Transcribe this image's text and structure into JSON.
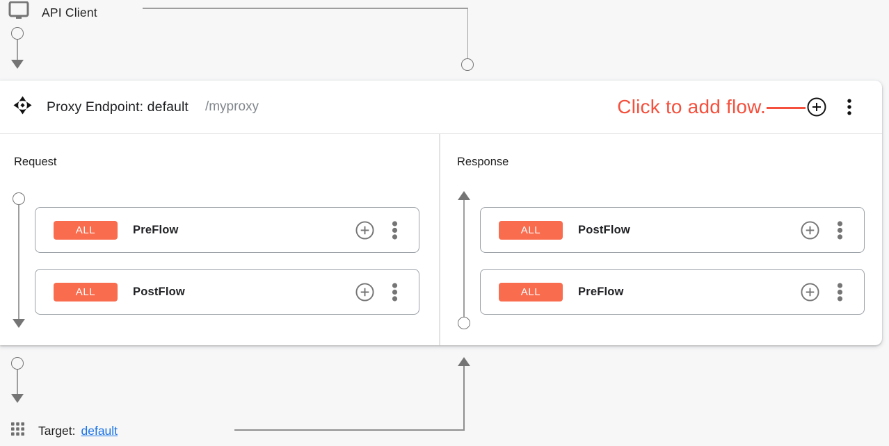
{
  "colors": {
    "annotation_red": "#f4503d",
    "flow_badge_orange": "#f96c4e",
    "target_link_blue": "#1a73e8",
    "connector_gray": "#9e9e9e"
  },
  "api_client": {
    "label": "API Client"
  },
  "proxy_endpoint": {
    "title": "Proxy Endpoint: default",
    "path": "/myproxy",
    "annotation_text": "Click to add flow.",
    "request": {
      "label": "Request",
      "flows": [
        {
          "condition": "ALL",
          "name": "PreFlow"
        },
        {
          "condition": "ALL",
          "name": "PostFlow"
        }
      ]
    },
    "response": {
      "label": "Response",
      "flows": [
        {
          "condition": "ALL",
          "name": "PostFlow"
        },
        {
          "condition": "ALL",
          "name": "PreFlow"
        }
      ]
    }
  },
  "target": {
    "label": "Target:",
    "link_text": "default"
  }
}
